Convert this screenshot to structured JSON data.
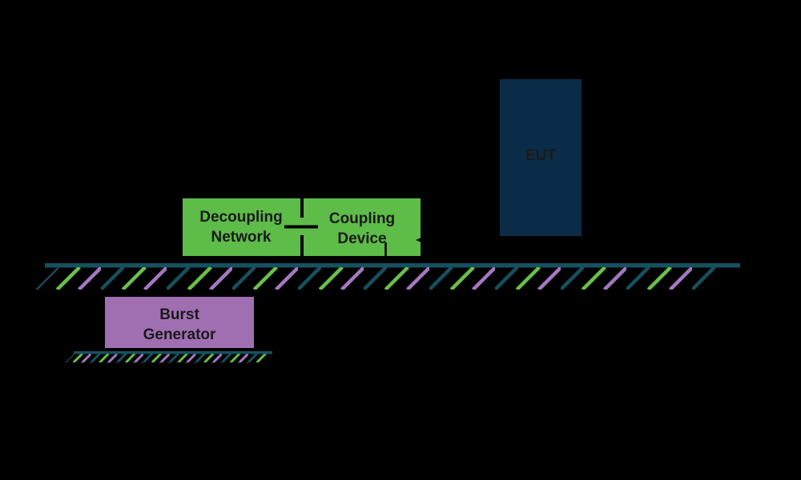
{
  "colors": {
    "background": "#000000",
    "box_green": "#5EBC49",
    "box_purple": "#A06FB2",
    "box_navy": "#0B2C48",
    "teal": "#17505F",
    "hatch_green": "#6ABF4A",
    "hatch_purple": "#A478C0",
    "label_text": "#1A1A1A",
    "connector_black": "#000000"
  },
  "labels": {
    "eut": "EUT",
    "decoupling_line1": "Decoupling",
    "decoupling_line2": "Network",
    "coupling_line1": "Coupling",
    "coupling_line2": "Device",
    "burst_line1": "Burst",
    "burst_line2": "Generator"
  }
}
